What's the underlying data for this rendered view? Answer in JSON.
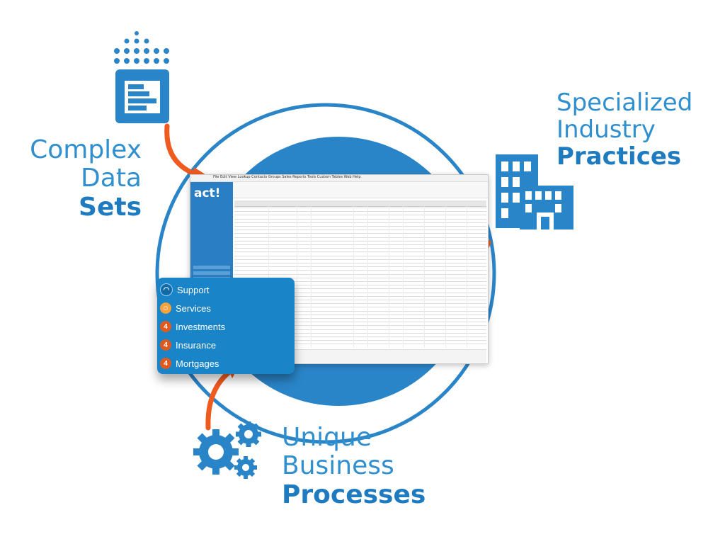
{
  "labels": {
    "complex": {
      "line1": "Complex",
      "line2": "Data",
      "line3": "Sets"
    },
    "specialized": {
      "line1": "Specialized",
      "line2": "Industry",
      "line3": "Practices"
    },
    "unique": {
      "line1": "Unique",
      "line2": "Business",
      "line3": "Processes"
    }
  },
  "screenshot": {
    "logo": "act!",
    "menubar": "File  Edit  View  Lookup  Contacts  Groups  Sales  Reports  Tools  Custom Tables  Web  Help"
  },
  "menu": {
    "items": [
      {
        "label": "Support",
        "icon": "headset-icon"
      },
      {
        "label": "Services",
        "icon": "person-icon"
      },
      {
        "label": "Investments",
        "icon": "four-icon"
      },
      {
        "label": "Insurance",
        "icon": "four-icon"
      },
      {
        "label": "Mortgages",
        "icon": "four-icon"
      }
    ],
    "icon_glyphs": {
      "four": "4",
      "person": "☺",
      "headset": "◠"
    }
  },
  "colors": {
    "primary": "#1f7bbf",
    "accent_orange": "#ef5a1f",
    "circle": "#2a85c8",
    "card": "#1a84c8"
  }
}
